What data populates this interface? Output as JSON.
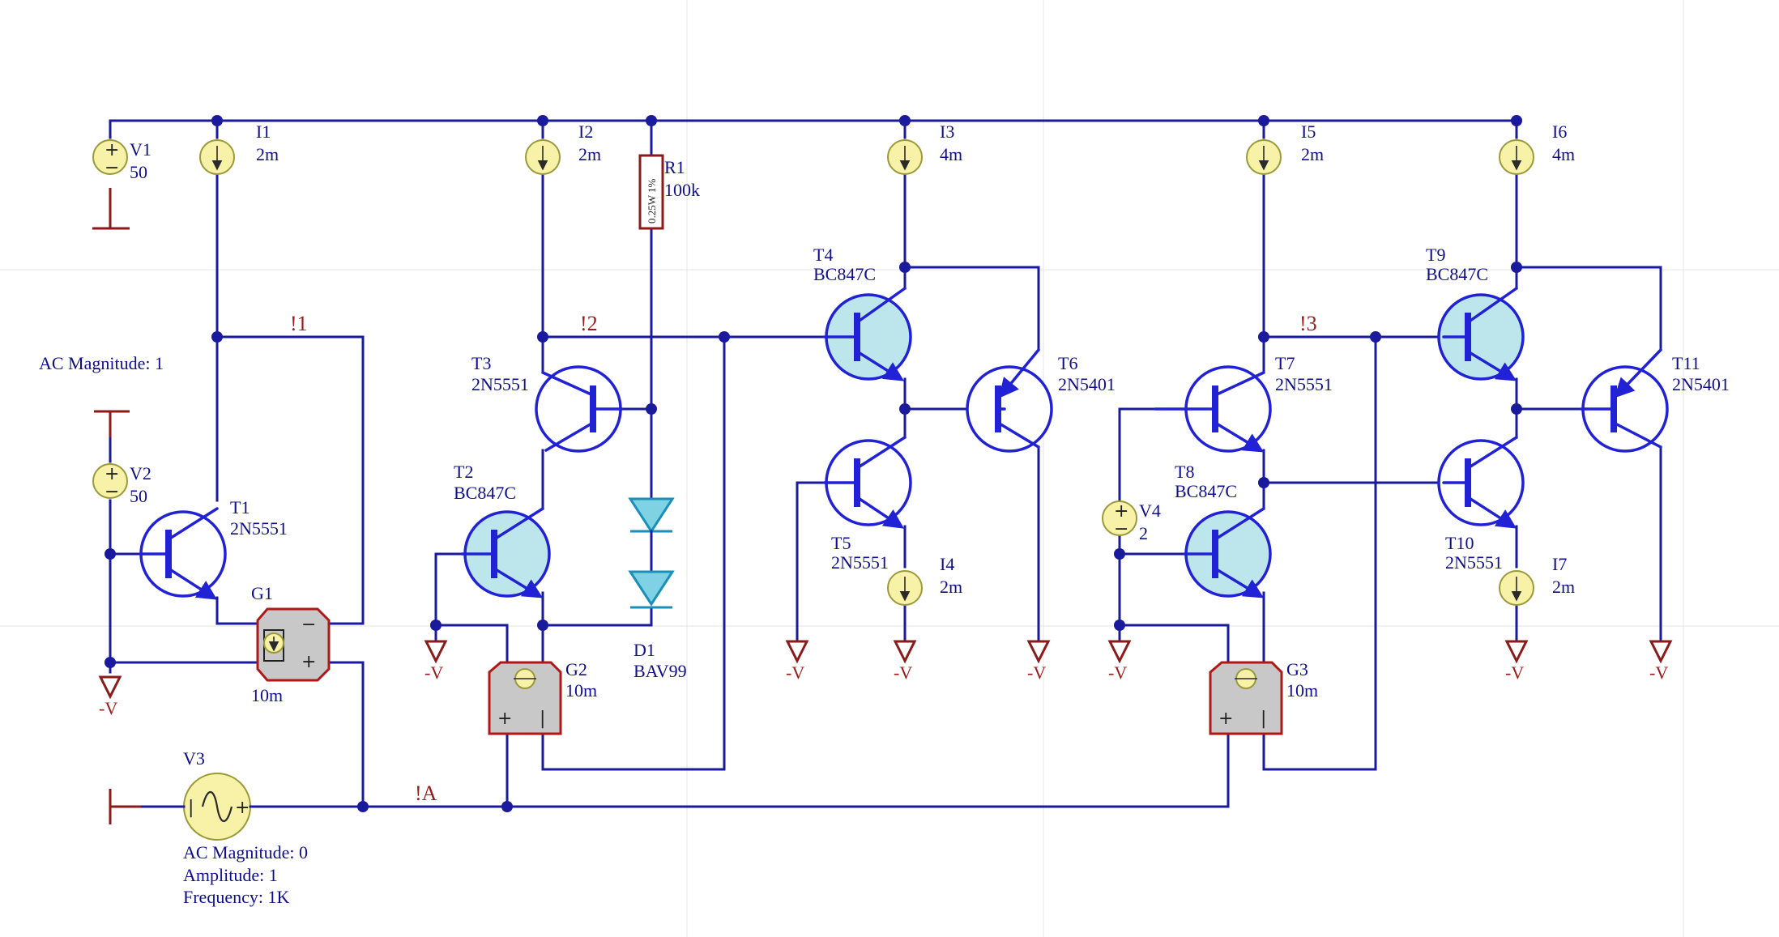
{
  "components": {
    "V1": {
      "ref": "V1",
      "value": "50"
    },
    "V2": {
      "ref": "V2",
      "value": "50"
    },
    "V3": {
      "ref": "V3",
      "ac_magnitude": "AC Magnitude: 0",
      "amplitude": "Amplitude: 1",
      "frequency": "Frequency: 1K"
    },
    "V4": {
      "ref": "V4",
      "value": "2"
    },
    "I1": {
      "ref": "I1",
      "value": "2m"
    },
    "I2": {
      "ref": "I2",
      "value": "2m"
    },
    "I3": {
      "ref": "I3",
      "value": "4m"
    },
    "I4": {
      "ref": "I4",
      "value": "2m"
    },
    "I5": {
      "ref": "I5",
      "value": "2m"
    },
    "I6": {
      "ref": "I6",
      "value": "4m"
    },
    "I7": {
      "ref": "I7",
      "value": "2m"
    },
    "R1": {
      "ref": "R1",
      "value": "100k",
      "body_text": "0.25W 1%"
    },
    "D1": {
      "ref": "D1",
      "value": "BAV99"
    },
    "G1": {
      "ref": "G1",
      "value": "10m"
    },
    "G2": {
      "ref": "G2",
      "value": "10m"
    },
    "G3": {
      "ref": "G3",
      "value": "10m"
    },
    "T1": {
      "ref": "T1",
      "value": "2N5551"
    },
    "T2": {
      "ref": "T2",
      "value": "BC847C"
    },
    "T3": {
      "ref": "T3",
      "value": "2N5551"
    },
    "T4": {
      "ref": "T4",
      "value": "BC847C"
    },
    "T5": {
      "ref": "T5",
      "value": "2N5551"
    },
    "T6": {
      "ref": "T6",
      "value": "2N5401"
    },
    "T7": {
      "ref": "T7",
      "value": "2N5551"
    },
    "T8": {
      "ref": "T8",
      "value": "BC847C"
    },
    "T9": {
      "ref": "T9",
      "value": "BC847C"
    },
    "T10": {
      "ref": "T10",
      "value": "2N5551"
    },
    "T11": {
      "ref": "T11",
      "value": "2N5401"
    }
  },
  "annotations": {
    "ac_magnitude_input": "AC Magnitude: 1"
  },
  "nets": {
    "n1": "!1",
    "n2": "!2",
    "n3": "!3",
    "nA": "!A"
  },
  "power": {
    "neg_label": "-V"
  },
  "signs": {
    "plus": "+",
    "minus": "−",
    "pipe": "|"
  },
  "colors": {
    "wire": "#1a1a9c",
    "power": "#8b1a1a",
    "highlight_fill": "#bde6ec",
    "source_fill": "#f7f2a8",
    "vccs_fill": "#c8c8c8"
  }
}
